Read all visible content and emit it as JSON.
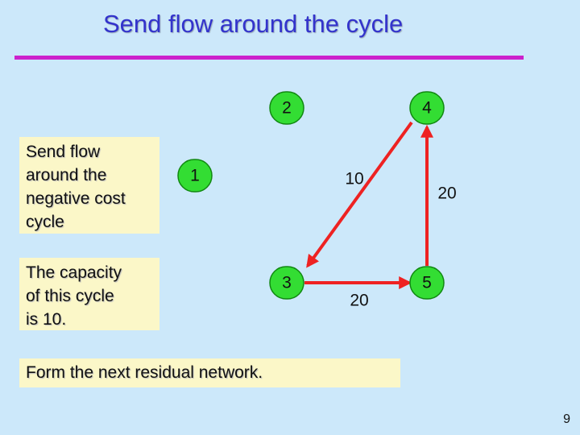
{
  "slide": {
    "title": "Send flow around the cycle",
    "notes": [
      {
        "id": "box1",
        "lines": [
          "Send flow",
          "around the",
          "negative cost",
          "cycle"
        ]
      },
      {
        "id": "box2",
        "lines": [
          "The capacity",
          "of this cycle",
          "is 10."
        ]
      },
      {
        "id": "box3",
        "lines": [
          "Form the next residual network."
        ]
      }
    ],
    "page_number": "9"
  },
  "graph": {
    "nodes": [
      {
        "id": "1",
        "label": "1"
      },
      {
        "id": "2",
        "label": "2"
      },
      {
        "id": "3",
        "label": "3"
      },
      {
        "id": "4",
        "label": "4"
      },
      {
        "id": "5",
        "label": "5"
      }
    ],
    "edges": [
      {
        "from": "4",
        "to": "3",
        "label": "10"
      },
      {
        "from": "3",
        "to": "5",
        "label": "20"
      },
      {
        "from": "5",
        "to": "4",
        "label": "20"
      }
    ],
    "colors": {
      "node_fill": "#33dd33",
      "edge": "#ee2222",
      "note_bg": "#fbf7c8",
      "title": "#3333cc",
      "rule": "#cc22cc",
      "background": "#cce8fa"
    }
  }
}
